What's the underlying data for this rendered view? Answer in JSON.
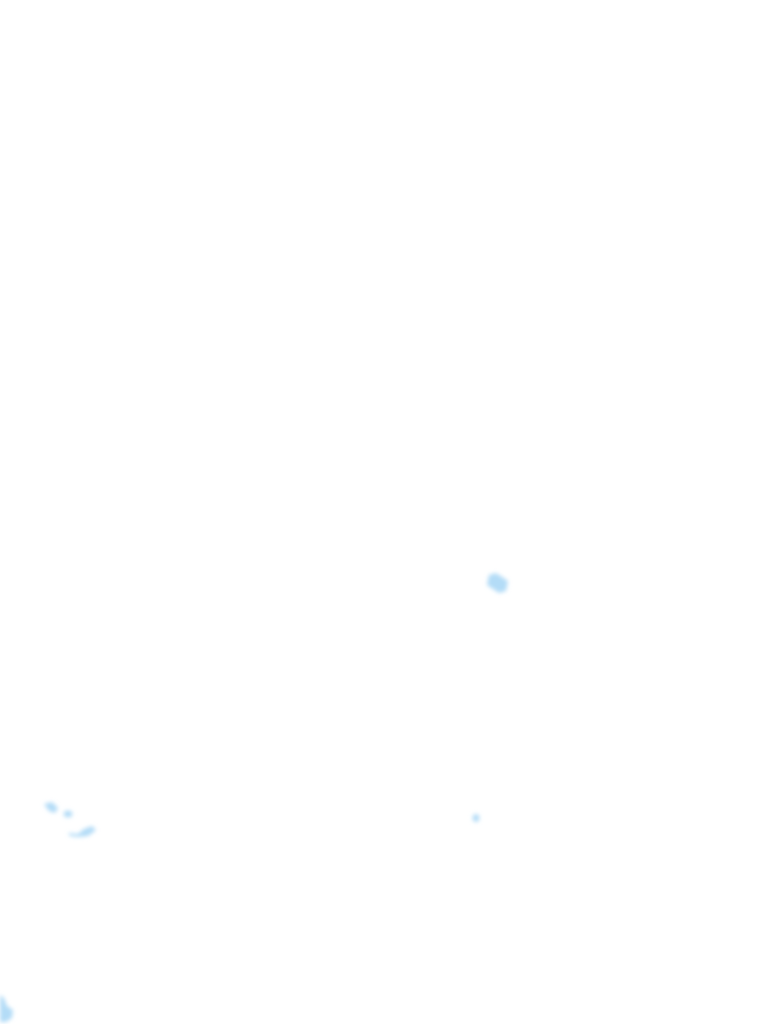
{
  "map": {
    "background_color": "#ffffff",
    "water_color": "#b3dcf7",
    "features": [
      {
        "type": "water",
        "name": ""
      },
      {
        "type": "water",
        "name": ""
      },
      {
        "type": "water",
        "name": ""
      },
      {
        "type": "water",
        "name": ""
      },
      {
        "type": "water",
        "name": ""
      }
    ]
  }
}
